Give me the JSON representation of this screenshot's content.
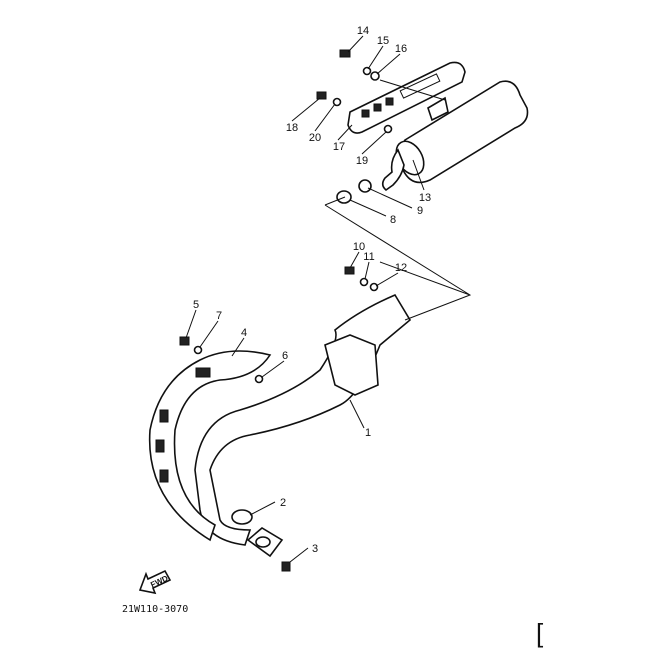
{
  "diagram": {
    "callouts": [
      "1",
      "2",
      "3",
      "4",
      "5",
      "6",
      "7",
      "8",
      "9",
      "10",
      "11",
      "12",
      "13",
      "14",
      "15",
      "16",
      "17",
      "18",
      "19",
      "20"
    ],
    "direction_marker": "FWD",
    "drawing_code": "21W110-3070",
    "bracket": "["
  }
}
